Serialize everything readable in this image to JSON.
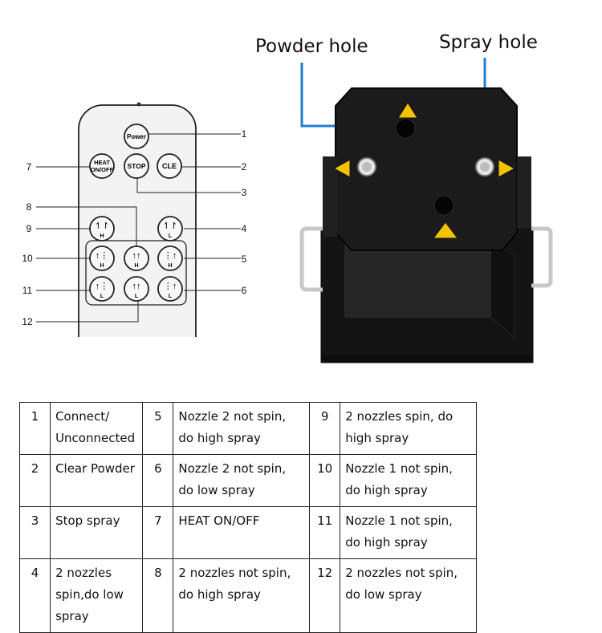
{
  "callouts": {
    "powder_hole": "Powder hole",
    "spray_hole": "Spray hole"
  },
  "remote": {
    "buttons": {
      "power": "Power",
      "heat_line1": "HEAT",
      "heat_line2": "ON/OFF",
      "stop": "STOP",
      "cle": "CLE"
    },
    "nozzle_letters": {
      "H": "H",
      "L": "L"
    },
    "numbers": {
      "n1": "1",
      "n2": "2",
      "n3": "3",
      "n4": "4",
      "n5": "5",
      "n6": "6",
      "n7": "7",
      "n8": "8",
      "n9": "9",
      "n10": "10",
      "n11": "11",
      "n12": "12"
    }
  },
  "legend_rows": [
    [
      {
        "n": "1",
        "d": "Connect/ Unconnected"
      },
      {
        "n": "5",
        "d": "Nozzle 2 not spin, do high spray"
      },
      {
        "n": "9",
        "d": "2 nozzles spin, do high spray"
      }
    ],
    [
      {
        "n": "2",
        "d": "Clear Powder"
      },
      {
        "n": "6",
        "d": "Nozzle 2 not spin, do low spray"
      },
      {
        "n": "10",
        "d": "Nozzle 1 not spin, do high spray"
      }
    ],
    [
      {
        "n": "3",
        "d": "Stop spray"
      },
      {
        "n": "7",
        "d": "HEAT ON/OFF"
      },
      {
        "n": "11",
        "d": "Nozzle 1 not spin, do high spray"
      }
    ],
    [
      {
        "n": "4",
        "d": "2 nozzles spin,do low spray"
      },
      {
        "n": "8",
        "d": "2 nozzles not spin, do high spray"
      },
      {
        "n": "12",
        "d": "2 nozzles not spin, do low spray"
      }
    ]
  ],
  "colors": {
    "callout_line": "#1f7fd6",
    "device_body": "#1b1b1b",
    "warning_label": "#f2c300",
    "remote_body": "#f2f2f2"
  }
}
